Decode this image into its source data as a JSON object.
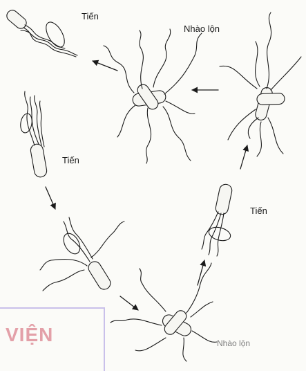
{
  "labels": {
    "run_1": "Tiến",
    "tumble_1": "Nhào lộn",
    "run_2": "Tiến",
    "run_3": "Tiến",
    "tumble_2": "Nhào lộn"
  },
  "watermark": {
    "text": "VIỆN"
  },
  "colors": {
    "ink": "#1a1a1a",
    "faint_ink": "#7d7d7d",
    "watermark_text": "#e3a0a8",
    "watermark_border": "#c9c0ea"
  }
}
